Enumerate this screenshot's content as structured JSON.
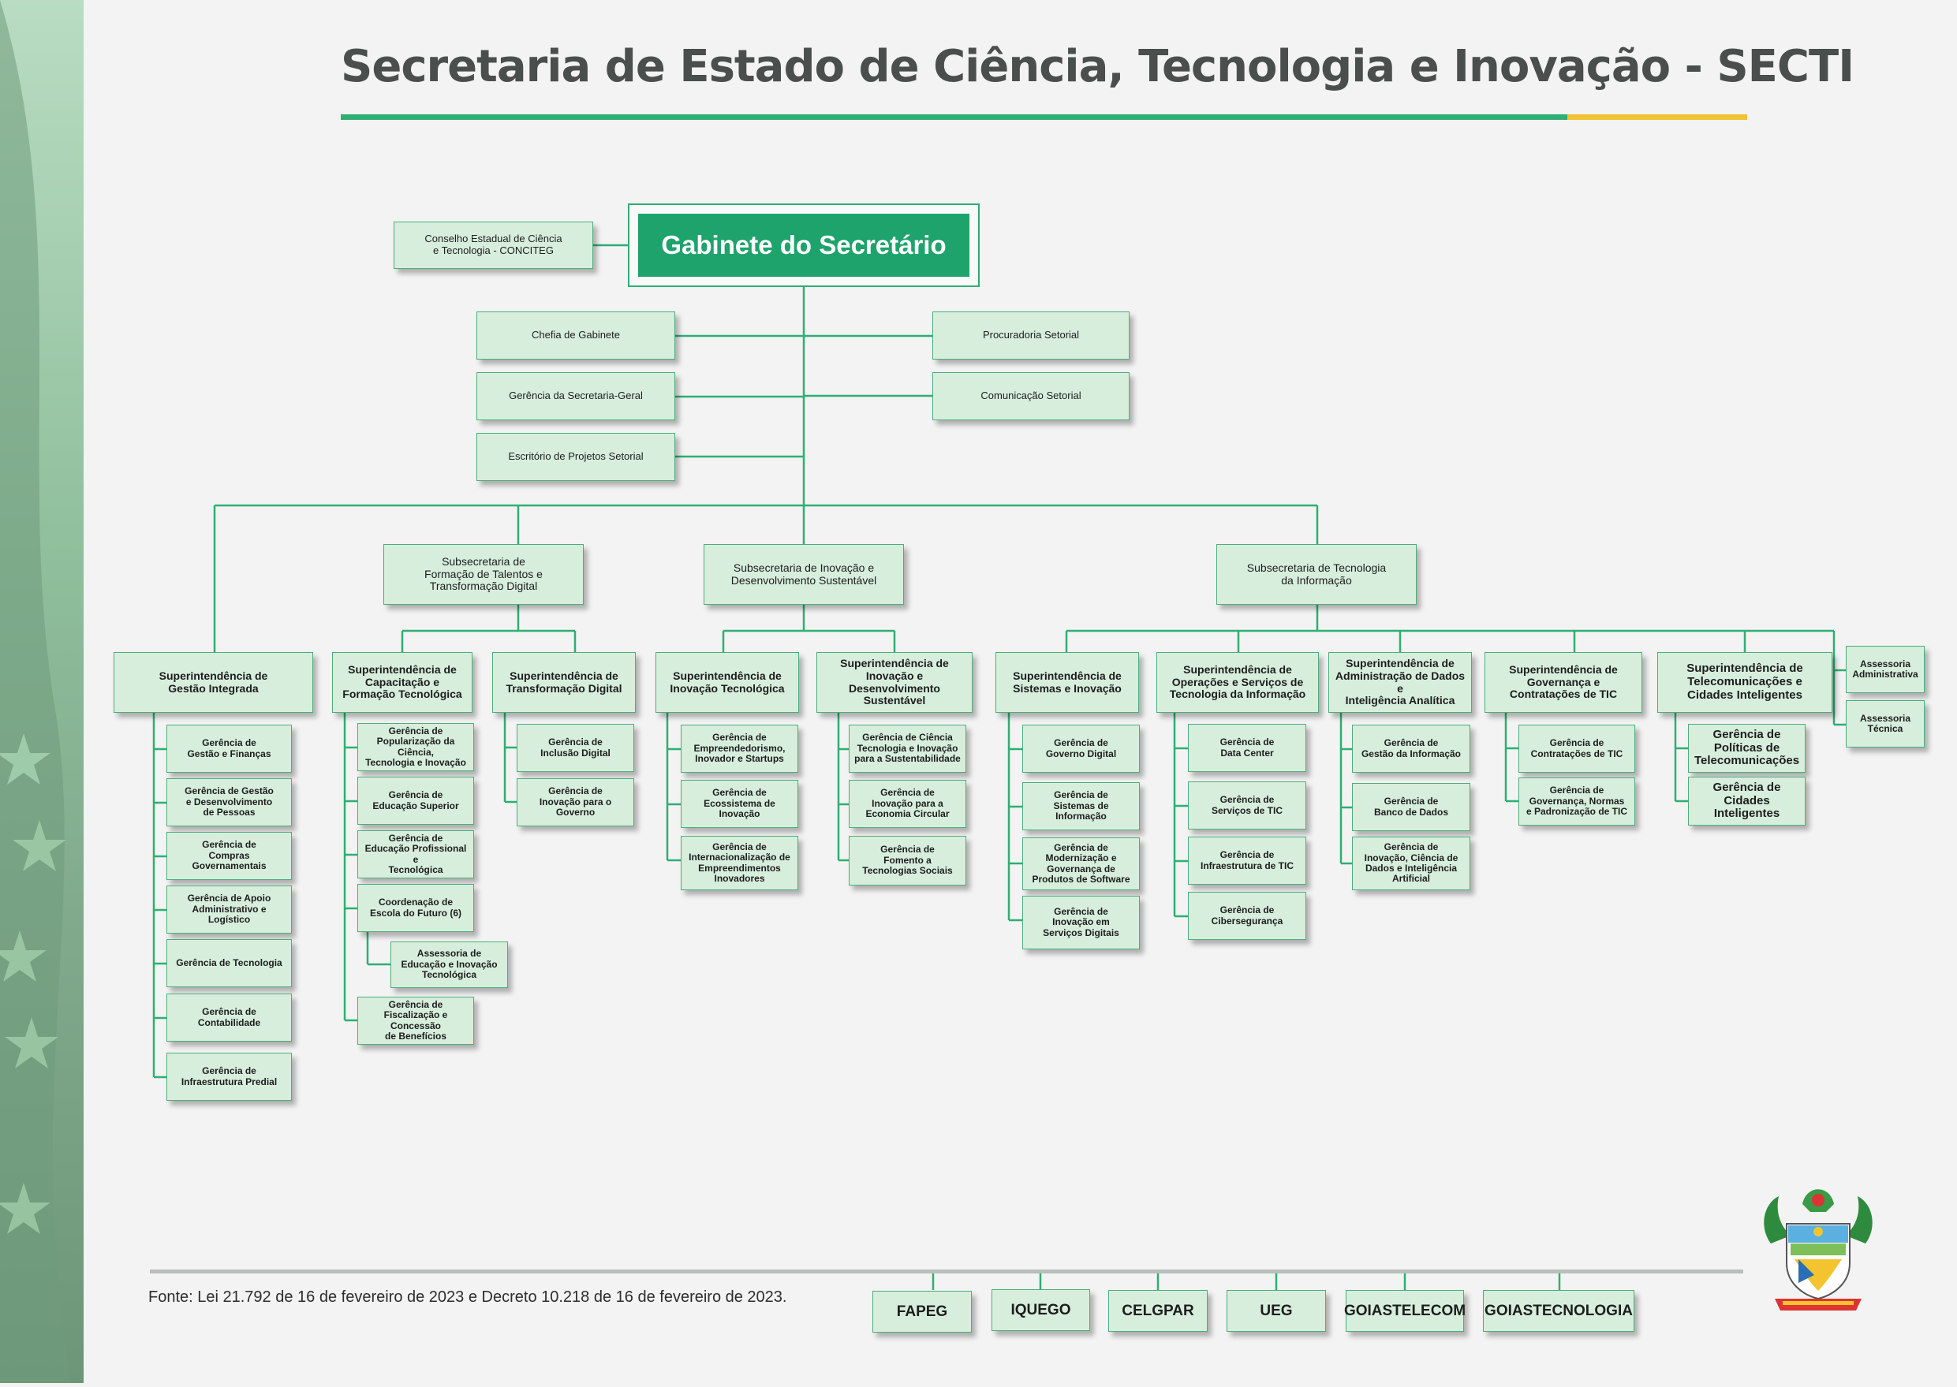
{
  "title": "Secretaria de Estado de Ciência, Tecnologia e Inovação - SECTI",
  "footer": {
    "fonte": "Fonte: Lei 21.792 de 16 de fevereiro de 2023 e Decreto 10.218 de 16 de fevereiro de 2023."
  },
  "gabinete": {
    "label": "Gabinete do Secretário"
  },
  "conciteg": {
    "label": "Conselho Estadual de Ciência\ne Tecnologia - CONCITEG"
  },
  "staff_left": [
    "Chefia de Gabinete",
    "Gerência da Secretaria-Geral",
    "Escritório de Projetos Setorial"
  ],
  "staff_right": [
    "Procuradoria Setorial",
    "Comunicação Setorial"
  ],
  "subsecretarias": [
    "Subsecretaria de\nFormação de Talentos e\nTransformação Digital",
    "Subsecretaria de Inovação e\nDesenvolvimento Sustentável",
    "Subsecretaria de Tecnologia\nda Informação"
  ],
  "superintendencias": [
    {
      "label": "Superintendência de\nGestão Integrada",
      "items": [
        "Gerência de\nGestão e Finanças",
        "Gerência de Gestão\ne Desenvolvimento\nde Pessoas",
        "Gerência de\nCompras Governamentais",
        "Gerência de Apoio\nAdministrativo e Logístico",
        "Gerência de Tecnologia",
        "Gerência de\nContabilidade",
        "Gerência de\nInfraestrutura Predial"
      ]
    },
    {
      "label": "Superintendência de\nCapacitação e\nFormação Tecnológica",
      "items": [
        "Gerência de\nPopularização da Ciência,\nTecnologia e Inovação",
        "Gerência de\nEducação Superior",
        "Gerência de\nEducação Profissional e\nTecnológica",
        "Coordenação de\nEscola do Futuro (6)",
        "Assessoria de\nEducação e Inovação\nTecnológica",
        "Gerência de\nFiscalização e Concessão\nde Benefícios"
      ]
    },
    {
      "label": "Superintendência de\nTransformação Digital",
      "items": [
        "Gerência de\nInclusão Digital",
        "Gerência de\nInovação para o\nGoverno"
      ]
    },
    {
      "label": "Superintendência de\nInovação Tecnológica",
      "items": [
        "Gerência de\nEmpreendedorismo,\nInovador e Startups",
        "Gerência de\nEcossistema de\nInovação",
        "Gerência de\nInternacionalização de\nEmpreendimentos\nInovadores"
      ]
    },
    {
      "label": "Superintendência de\nInovação e Desenvolvimento\nSustentável",
      "items": [
        "Gerência de Ciência\nTecnologia e Inovação\npara a Sustentabilidade",
        "Gerência de\nInovação para a\nEconomia Circular",
        "Gerência de\nFomento a\nTecnologias Sociais"
      ]
    },
    {
      "label": "Superintendência de\nSistemas e Inovação",
      "items": [
        "Gerência de\nGoverno Digital",
        "Gerência de\nSistemas de\nInformação",
        "Gerência de\nModernização e\nGovernança de\nProdutos de Software",
        "Gerência de\nInovação em\nServiços Digitais"
      ]
    },
    {
      "label": "Superintendência de\nOperações e Serviços de\nTecnologia da Informação",
      "items": [
        "Gerência de\nData Center",
        "Gerência de\nServiços de TIC",
        "Gerência de\nInfraestrutura de TIC",
        "Gerência de\nCibersegurança"
      ]
    },
    {
      "label": "Superintendência de\nAdministração de Dados e\nInteligência Analítica",
      "items": [
        "Gerência de\nGestão da Informação",
        "Gerência de\nBanco de Dados",
        "Gerência de\nInovação, Ciência de\nDados e Inteligência\nArtificial"
      ]
    },
    {
      "label": "Superintendência de\nGovernança e\nContratações de TIC",
      "items": [
        "Gerência de\nContratações de TIC",
        "Gerência de\nGovernança, Normas\ne Padronização de TIC"
      ]
    },
    {
      "label": "Superintendência de\nTelecomunicações e\nCidades Inteligentes",
      "items": [
        "Gerência de\nPolíticas de\nTelecomunicações",
        "Gerência de\nCidades\nInteligentes"
      ]
    }
  ],
  "assessorias": [
    "Assessoria\nAdministrativa",
    "Assessoria\nTécnica"
  ],
  "agencies": [
    "FAPEG",
    "IQUEGO",
    "CELGPAR",
    "UEG",
    "GOIASTELECOM",
    "GOIASTECNOLOGIA"
  ],
  "colors": {
    "brand_green": "#2fae73",
    "box_fill": "#d7eedd",
    "accent_yellow": "#f1c232",
    "title_gray": "#4a4f4d"
  }
}
